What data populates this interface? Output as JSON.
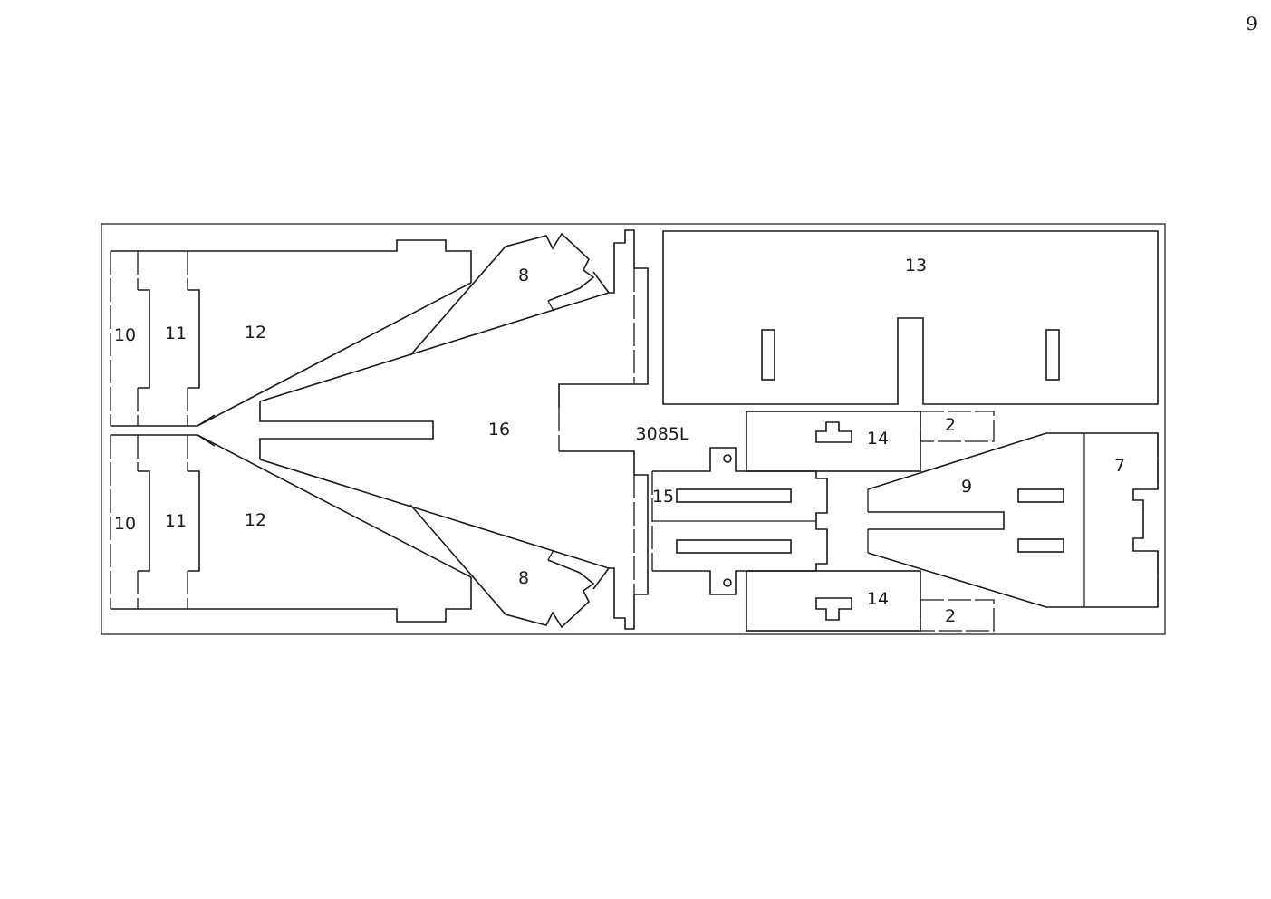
{
  "page_number": "9",
  "parts": {
    "part_10_top": "10",
    "part_11_top": "11",
    "part_12_top": "12",
    "part_8_top": "8",
    "part_16": "16",
    "part_10_bottom": "10",
    "part_11_bottom": "11",
    "part_12_bottom": "12",
    "part_8_bottom": "8",
    "part_13": "13",
    "sheet_code": "3085L",
    "part_14_top": "14",
    "part_2_top": "2",
    "part_15": "15",
    "part_9": "9",
    "part_7": "7",
    "part_14_bottom": "14",
    "part_2_bottom": "2"
  }
}
